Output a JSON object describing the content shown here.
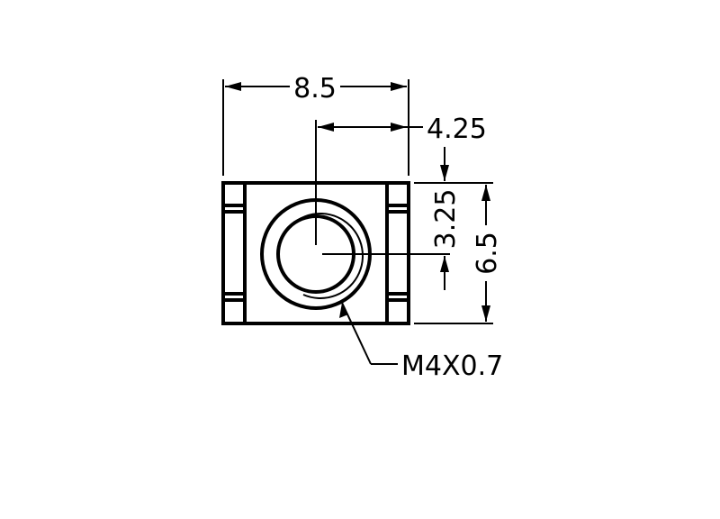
{
  "dimensions": {
    "width": "8.5",
    "center_offset_x": "4.25",
    "center_offset_y": "3.25",
    "height": "6.5"
  },
  "callout": {
    "thread_label": "M4X0.7"
  }
}
